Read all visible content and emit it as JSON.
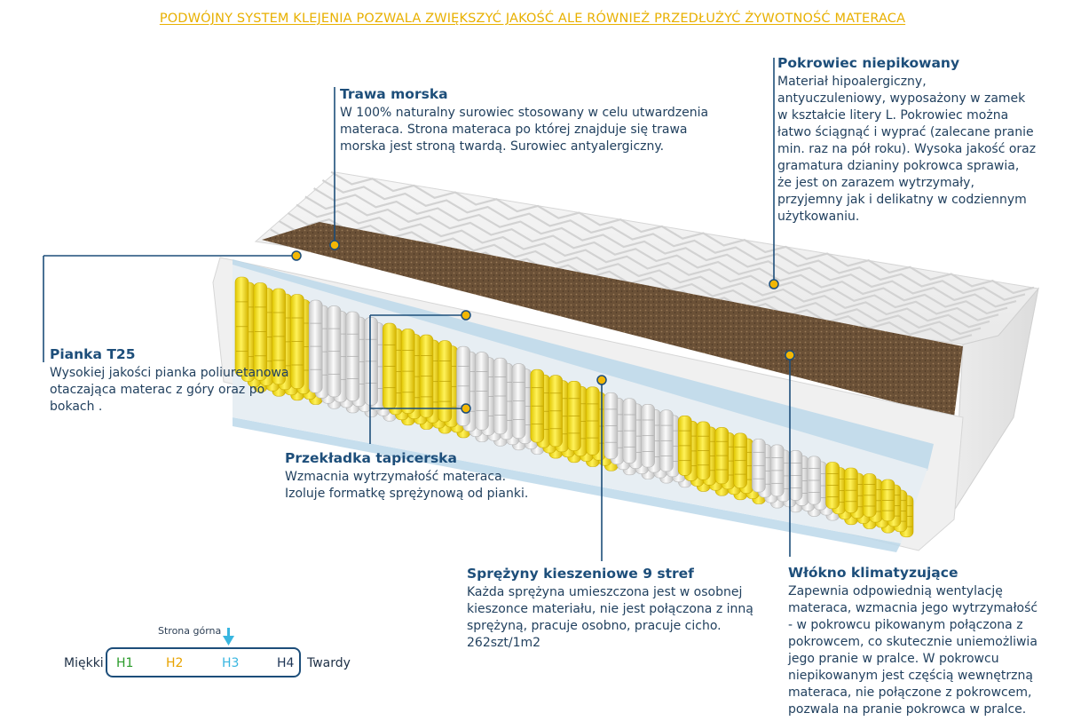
{
  "headline": "PODWÓJNY SYSTEM KLEJENIA POZWALA ZWIĘKSZYĆ JAKOŚĆ ALE RÓWNIEŻ PRZEDŁUŻYĆ ŻYWOTNOŚĆ MATERACA",
  "callouts": {
    "trawa": {
      "title": "Trawa morska",
      "text": "W 100% naturalny surowiec stosowany w celu utwardzenia materaca. Strona materaca po której znajduje się trawa morska jest stroną twardą. Surowiec antyalergiczny."
    },
    "pokrowiec": {
      "title": "Pokrowiec  niepikowany",
      "text": "Materiał hipoalergiczny, antyuczuleniowy, wyposażony w zamek w kształcie litery L. Pokrowiec można łatwo ściągnąć i wyprać (zalecane pranie min.  raz na pół roku). Wysoka jakość oraz gramatura dzianiny pokrowca sprawia, że jest on zarazem wytrzymały, przyjemny jak i delikatny w codziennym użytkowaniu."
    },
    "pianka": {
      "title": "Pianka T25",
      "text": "Wysokiej jakości pianka poliuretanowa otaczająca materac z góry oraz po bokach ."
    },
    "przekladka": {
      "title": "Przekładka tapicerska",
      "text": "Wzmacnia wytrzymałość materaca. Izoluje formatkę sprężynową od pianki."
    },
    "sprezyny": {
      "title": "Sprężyny kieszeniowe 9 stref",
      "text": "Każda sprężyna umieszczona jest w osobnej kieszonce materiału, nie jest połączona z inną sprężyną, pracuje osobno, pracuje cicho. 262szt/1m2"
    },
    "wlokno": {
      "title": "Włókno klimatyzujące",
      "text": "Zapewnia odpowiednią wentylację materaca, wzmacnia jego wytrzymałość - w pokrowcu pikowanym połączona z pokrowcem, co skutecznie uniemożliwia jego pranie w pralce. W pokrowcu niepikowanym jest częścią wewnętrzną materaca, nie połączone z pokrowcem, pozwala na pranie pokrowca w pralce."
    }
  },
  "legend": {
    "caption": "Strona górna",
    "left": "Miękki",
    "right": "Twardy",
    "levels": [
      {
        "label": "H1",
        "color": "#2a9b2a"
      },
      {
        "label": "H2",
        "color": "#e8a300"
      },
      {
        "label": "H3",
        "color": "#38b6e0"
      },
      {
        "label": "H4",
        "color": "#1d3556"
      }
    ]
  },
  "colors": {
    "accent_line": "#1d4e7a",
    "dot": "#f2b705",
    "spring_yellow": "#f2dc1e",
    "spring_white": "#e6e6e6",
    "coconut": "#6b5137",
    "arrow": "#38b6e0"
  },
  "spring_zones": [
    "yellow",
    "white",
    "yellow",
    "white",
    "yellow",
    "white",
    "yellow",
    "white",
    "yellow"
  ]
}
